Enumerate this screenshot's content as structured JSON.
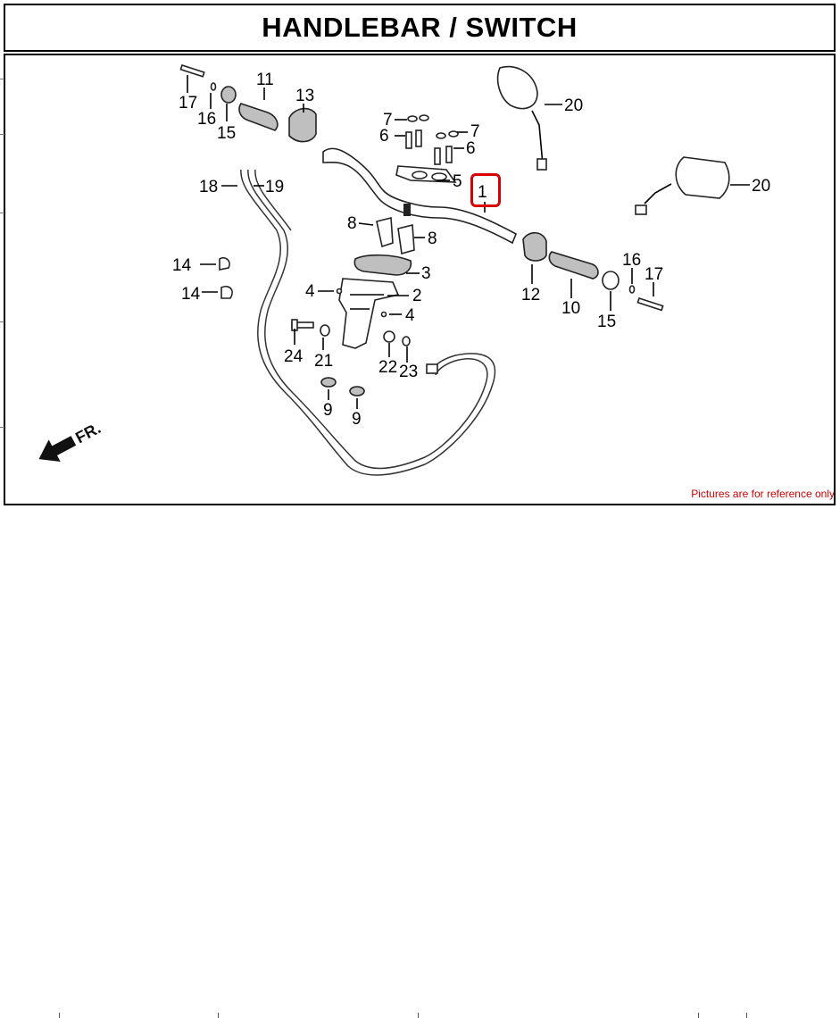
{
  "title": "HANDLEBAR / SWITCH",
  "footnote": "Pictures are for reference only",
  "highlight_color": "#d80000",
  "callouts": {
    "c1": "1",
    "c2": "2",
    "c3": "3",
    "c4a": "4",
    "c4b": "4",
    "c5": "5",
    "c6a": "6",
    "c6b": "6",
    "c7a": "7",
    "c7b": "7",
    "c8a": "8",
    "c8b": "8",
    "c9a": "9",
    "c9b": "9",
    "c10": "10",
    "c11": "11",
    "c12": "12",
    "c13": "13",
    "c14a": "14",
    "c14b": "14",
    "c15a": "15",
    "c15b": "15",
    "c16a": "16",
    "c16b": "16",
    "c17a": "17",
    "c17b": "17",
    "c18": "18",
    "c19": "19",
    "c20a": "20",
    "c20b": "20",
    "c21": "21",
    "c22": "22",
    "c23": "23",
    "c24": "24"
  },
  "front_indicator": "FR."
}
